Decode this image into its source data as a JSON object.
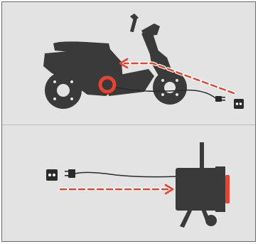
{
  "figure": {
    "panels": [
      {
        "id": "plug-into-scooter",
        "items": [
          "scooter",
          "charging-port",
          "charging-cable",
          "plug",
          "wall-socket",
          "direction-arrow"
        ]
      },
      {
        "id": "plug-into-charger",
        "items": [
          "wall-socket",
          "plug",
          "charging-cable",
          "charger-unit",
          "charger-status-light",
          "direction-arrow"
        ]
      }
    ],
    "colors": {
      "background": "#e3e3e3",
      "border": "#6a6a6a",
      "silhouette": "#3a3a3a",
      "accent": "#e8432e",
      "socket": "#2a2a2a"
    },
    "icons": [
      "scooter-icon",
      "wall-socket-icon",
      "plug-icon",
      "charger-icon",
      "dashed-arrow-icon"
    ]
  }
}
